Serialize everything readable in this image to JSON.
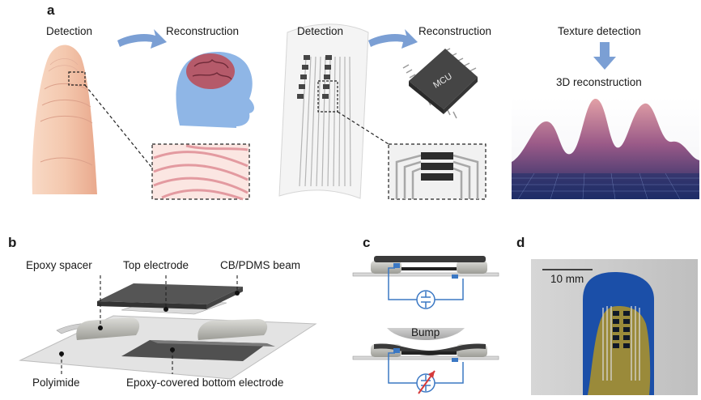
{
  "panel_a": {
    "letter": "a",
    "left": {
      "detection": "Detection",
      "reconstruction": "Reconstruction"
    },
    "middle": {
      "detection": "Detection",
      "reconstruction": "Reconstruction",
      "chip_label": "MCU"
    },
    "right": {
      "texture": "Texture detection",
      "reconstruction_3d": "3D reconstruction"
    }
  },
  "panel_b": {
    "letter": "b",
    "labels": {
      "epoxy_spacer": "Epoxy spacer",
      "top_electrode": "Top electrode",
      "beam": "CB/PDMS beam",
      "polyimide": "Polyimide",
      "bottom_electrode": "Epoxy-covered bottom electrode"
    }
  },
  "panel_c": {
    "letter": "c",
    "bump": "Bump"
  },
  "panel_d": {
    "letter": "d",
    "scale": "10 mm"
  },
  "colors": {
    "arrow": "#7b9fd4",
    "circuit": "#3b78c4",
    "skin": "#f5cdb6",
    "head": "#8fb6e6",
    "terrain_top": "#c8788a",
    "terrain_bottom": "#20306a",
    "photo_bg": "#c9c9c9",
    "fingertip_blue": "#1b4fa8"
  }
}
